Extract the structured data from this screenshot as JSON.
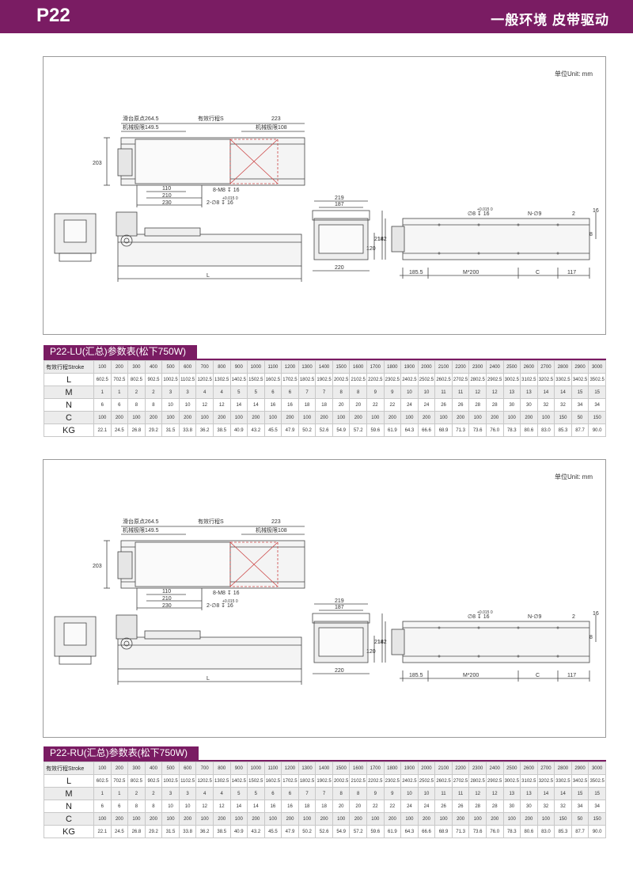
{
  "header": {
    "model": "P22",
    "subtitle": "一般环境  皮带驱动"
  },
  "drawing": {
    "unit": "单位Unit: mm",
    "top_view": {
      "origin": "滑台原点264.5",
      "stroke": "有效行程S",
      "right_dim": "223",
      "mech_limit_left": "机械极限149.5",
      "mech_limit_right": "机械极限108",
      "height": "203",
      "hole_dim_1": "110",
      "hole_dim_2": "210",
      "hole_dim_3": "230",
      "screw_note": "8-M8 ↧ 16",
      "pin_note": "2-∅8  ↧ 16",
      "tol": "+0.015 0"
    },
    "side_view": {
      "length": "L"
    },
    "end_view": {
      "w1": "219",
      "w2": "187",
      "w3": "220",
      "h1": "120",
      "h2": "214"
    },
    "bottom_view": {
      "pin_note": "∅8  ↧ 16",
      "tol": "+0.015 0",
      "hole_note": "N-∅9",
      "d1": "2",
      "d2": "8",
      "d3": "16",
      "d4": "182",
      "len1": "185.5",
      "len2": "M*200",
      "len3": "C",
      "len4": "117"
    }
  },
  "tables": [
    {
      "title": "P22-LU(汇总)参数表(松下750W)",
      "stroke_label": "有效行程",
      "stroke_label_en": "Stroke",
      "strokes": [
        "100",
        "200",
        "300",
        "400",
        "500",
        "600",
        "700",
        "800",
        "900",
        "1000",
        "1100",
        "1200",
        "1300",
        "1400",
        "1500",
        "1600",
        "1700",
        "1800",
        "1900",
        "2000",
        "2100",
        "2200",
        "2300",
        "2400",
        "2500",
        "2600",
        "2700",
        "2800",
        "2900",
        "3000"
      ],
      "rows": [
        {
          "label": "L",
          "values": [
            "602.5",
            "702.5",
            "802.5",
            "902.5",
            "1002.5",
            "1102.5",
            "1202.5",
            "1302.5",
            "1402.5",
            "1502.5",
            "1602.5",
            "1702.5",
            "1802.5",
            "1902.5",
            "2002.5",
            "2102.5",
            "2202.5",
            "2302.5",
            "2402.5",
            "2502.5",
            "2602.5",
            "2702.5",
            "2802.5",
            "2902.5",
            "3002.5",
            "3102.5",
            "3202.5",
            "3302.5",
            "3402.5",
            "3502.5"
          ]
        },
        {
          "label": "M",
          "values": [
            "1",
            "1",
            "2",
            "2",
            "3",
            "3",
            "4",
            "4",
            "5",
            "5",
            "6",
            "6",
            "7",
            "7",
            "8",
            "8",
            "9",
            "9",
            "10",
            "10",
            "11",
            "11",
            "12",
            "12",
            "13",
            "13",
            "14",
            "14",
            "15",
            "15"
          ]
        },
        {
          "label": "N",
          "values": [
            "6",
            "6",
            "8",
            "8",
            "10",
            "10",
            "12",
            "12",
            "14",
            "14",
            "16",
            "16",
            "18",
            "18",
            "20",
            "20",
            "22",
            "22",
            "24",
            "24",
            "26",
            "26",
            "28",
            "28",
            "30",
            "30",
            "32",
            "32",
            "34",
            "34"
          ]
        },
        {
          "label": "C",
          "values": [
            "100",
            "200",
            "100",
            "200",
            "100",
            "200",
            "100",
            "200",
            "100",
            "200",
            "100",
            "200",
            "100",
            "200",
            "100",
            "200",
            "100",
            "200",
            "100",
            "200",
            "100",
            "200",
            "100",
            "200",
            "100",
            "200",
            "100",
            "150",
            "50",
            "150"
          ]
        },
        {
          "label": "KG",
          "values": [
            "22.1",
            "24.5",
            "26.8",
            "29.2",
            "31.5",
            "33.8",
            "36.2",
            "38.5",
            "40.9",
            "43.2",
            "45.5",
            "47.9",
            "50.2",
            "52.6",
            "54.9",
            "57.2",
            "59.6",
            "61.9",
            "64.3",
            "66.6",
            "68.9",
            "71.3",
            "73.6",
            "76.0",
            "78.3",
            "80.6",
            "83.0",
            "85.3",
            "87.7",
            "90.0"
          ]
        }
      ]
    },
    {
      "title": "P22-RU(汇总)参数表(松下750W)",
      "stroke_label": "有效行程",
      "stroke_label_en": "Stroke",
      "strokes": [
        "100",
        "200",
        "300",
        "400",
        "500",
        "600",
        "700",
        "800",
        "900",
        "1000",
        "1100",
        "1200",
        "1300",
        "1400",
        "1500",
        "1600",
        "1700",
        "1800",
        "1900",
        "2000",
        "2100",
        "2200",
        "2300",
        "2400",
        "2500",
        "2600",
        "2700",
        "2800",
        "2900",
        "3000"
      ],
      "rows": [
        {
          "label": "L",
          "values": [
            "602.5",
            "702.5",
            "802.5",
            "902.5",
            "1002.5",
            "1102.5",
            "1202.5",
            "1302.5",
            "1402.5",
            "1502.5",
            "1602.5",
            "1702.5",
            "1802.5",
            "1902.5",
            "2002.5",
            "2102.5",
            "2202.5",
            "2302.5",
            "2402.5",
            "2502.5",
            "2602.5",
            "2702.5",
            "2802.5",
            "2902.5",
            "3002.5",
            "3102.5",
            "3202.5",
            "3302.5",
            "3402.5",
            "3502.5"
          ]
        },
        {
          "label": "M",
          "values": [
            "1",
            "1",
            "2",
            "2",
            "3",
            "3",
            "4",
            "4",
            "5",
            "5",
            "6",
            "6",
            "7",
            "7",
            "8",
            "8",
            "9",
            "9",
            "10",
            "10",
            "11",
            "11",
            "12",
            "12",
            "13",
            "13",
            "14",
            "14",
            "15",
            "15"
          ]
        },
        {
          "label": "N",
          "values": [
            "6",
            "6",
            "8",
            "8",
            "10",
            "10",
            "12",
            "12",
            "14",
            "14",
            "16",
            "16",
            "18",
            "18",
            "20",
            "20",
            "22",
            "22",
            "24",
            "24",
            "26",
            "26",
            "28",
            "28",
            "30",
            "30",
            "32",
            "32",
            "34",
            "34"
          ]
        },
        {
          "label": "C",
          "values": [
            "100",
            "200",
            "100",
            "200",
            "100",
            "200",
            "100",
            "200",
            "100",
            "200",
            "100",
            "200",
            "100",
            "200",
            "100",
            "200",
            "100",
            "200",
            "100",
            "200",
            "100",
            "200",
            "100",
            "200",
            "100",
            "200",
            "100",
            "150",
            "50",
            "150"
          ]
        },
        {
          "label": "KG",
          "values": [
            "22.1",
            "24.5",
            "26.8",
            "29.2",
            "31.5",
            "33.8",
            "36.2",
            "38.5",
            "40.9",
            "43.2",
            "45.5",
            "47.9",
            "50.2",
            "52.6",
            "54.9",
            "57.2",
            "59.6",
            "61.9",
            "64.3",
            "66.6",
            "68.9",
            "71.3",
            "73.6",
            "76.0",
            "78.3",
            "80.6",
            "83.0",
            "85.3",
            "87.7",
            "90.0"
          ]
        }
      ]
    }
  ]
}
